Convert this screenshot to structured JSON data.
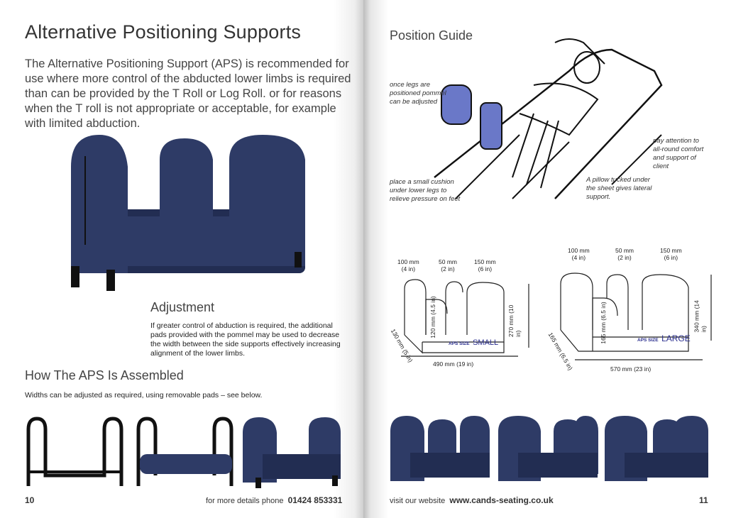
{
  "left_page": {
    "title": "Alternative Positioning Supports",
    "intro": "The Alternative Positioning Support (APS) is recommended for use where more control of the abducted lower limbs is required than can be provided by the T Roll or Log Roll. or for reasons when the T roll is not appropriate or acceptable, for example with limited abduction.",
    "adjustment_heading": "Adjustment",
    "adjustment_text": "If greater control of abduction is required, the additional pads provided with the pommel may be used to decrease the width between the side supports effectively increasing alignment of the lower limbs.",
    "assembled_heading": "How The APS Is Assembled",
    "assembled_text": "Widths can be adjusted as required, using removable pads – see below.",
    "page_number": "10",
    "footer_label": "for more details phone",
    "footer_phone": "01424 853331"
  },
  "right_page": {
    "title": "Position Guide",
    "notes": {
      "pommel": "once legs are positioned pommel can be adjusted",
      "cushion": "place a small cushion under lower legs to relieve pressure on feet",
      "pillow": "A pillow tucked under the sheet gives lateral support.",
      "attention": "pay attention to all-round comfort and support of client"
    },
    "small": {
      "widths": [
        [
          "100 mm",
          "(4 in)"
        ],
        [
          "50 mm",
          "(2 in)"
        ],
        [
          "150 mm",
          "(6 in)"
        ]
      ],
      "height": "270 mm (10 in)",
      "inner": "120 mm (4.5 in)",
      "depth": [
        "130 mm",
        "(5 in)"
      ],
      "length": "490 mm (19 in)",
      "size_prefix": "APS SIZE",
      "size": "SMALL"
    },
    "large": {
      "widths": [
        [
          "100 mm",
          "(4 in)"
        ],
        [
          "50 mm",
          "(2 in)"
        ],
        [
          "150 mm",
          "(6 in)"
        ]
      ],
      "height": "340 mm (14 in)",
      "inner": "165 mm (6.5 in)",
      "depth": [
        "165 mm",
        "(6.5 in)"
      ],
      "length": "570 mm (23 in)",
      "size_prefix": "APS SIZE",
      "size": "LARGE"
    },
    "footer_label": "visit our website",
    "footer_url": "www.cands-seating.co.uk",
    "page_number": "11"
  },
  "colors": {
    "product_navy": "#2e3b66",
    "label_blue": "#2b2f8f",
    "fabric_blue": "#6a78c8"
  }
}
